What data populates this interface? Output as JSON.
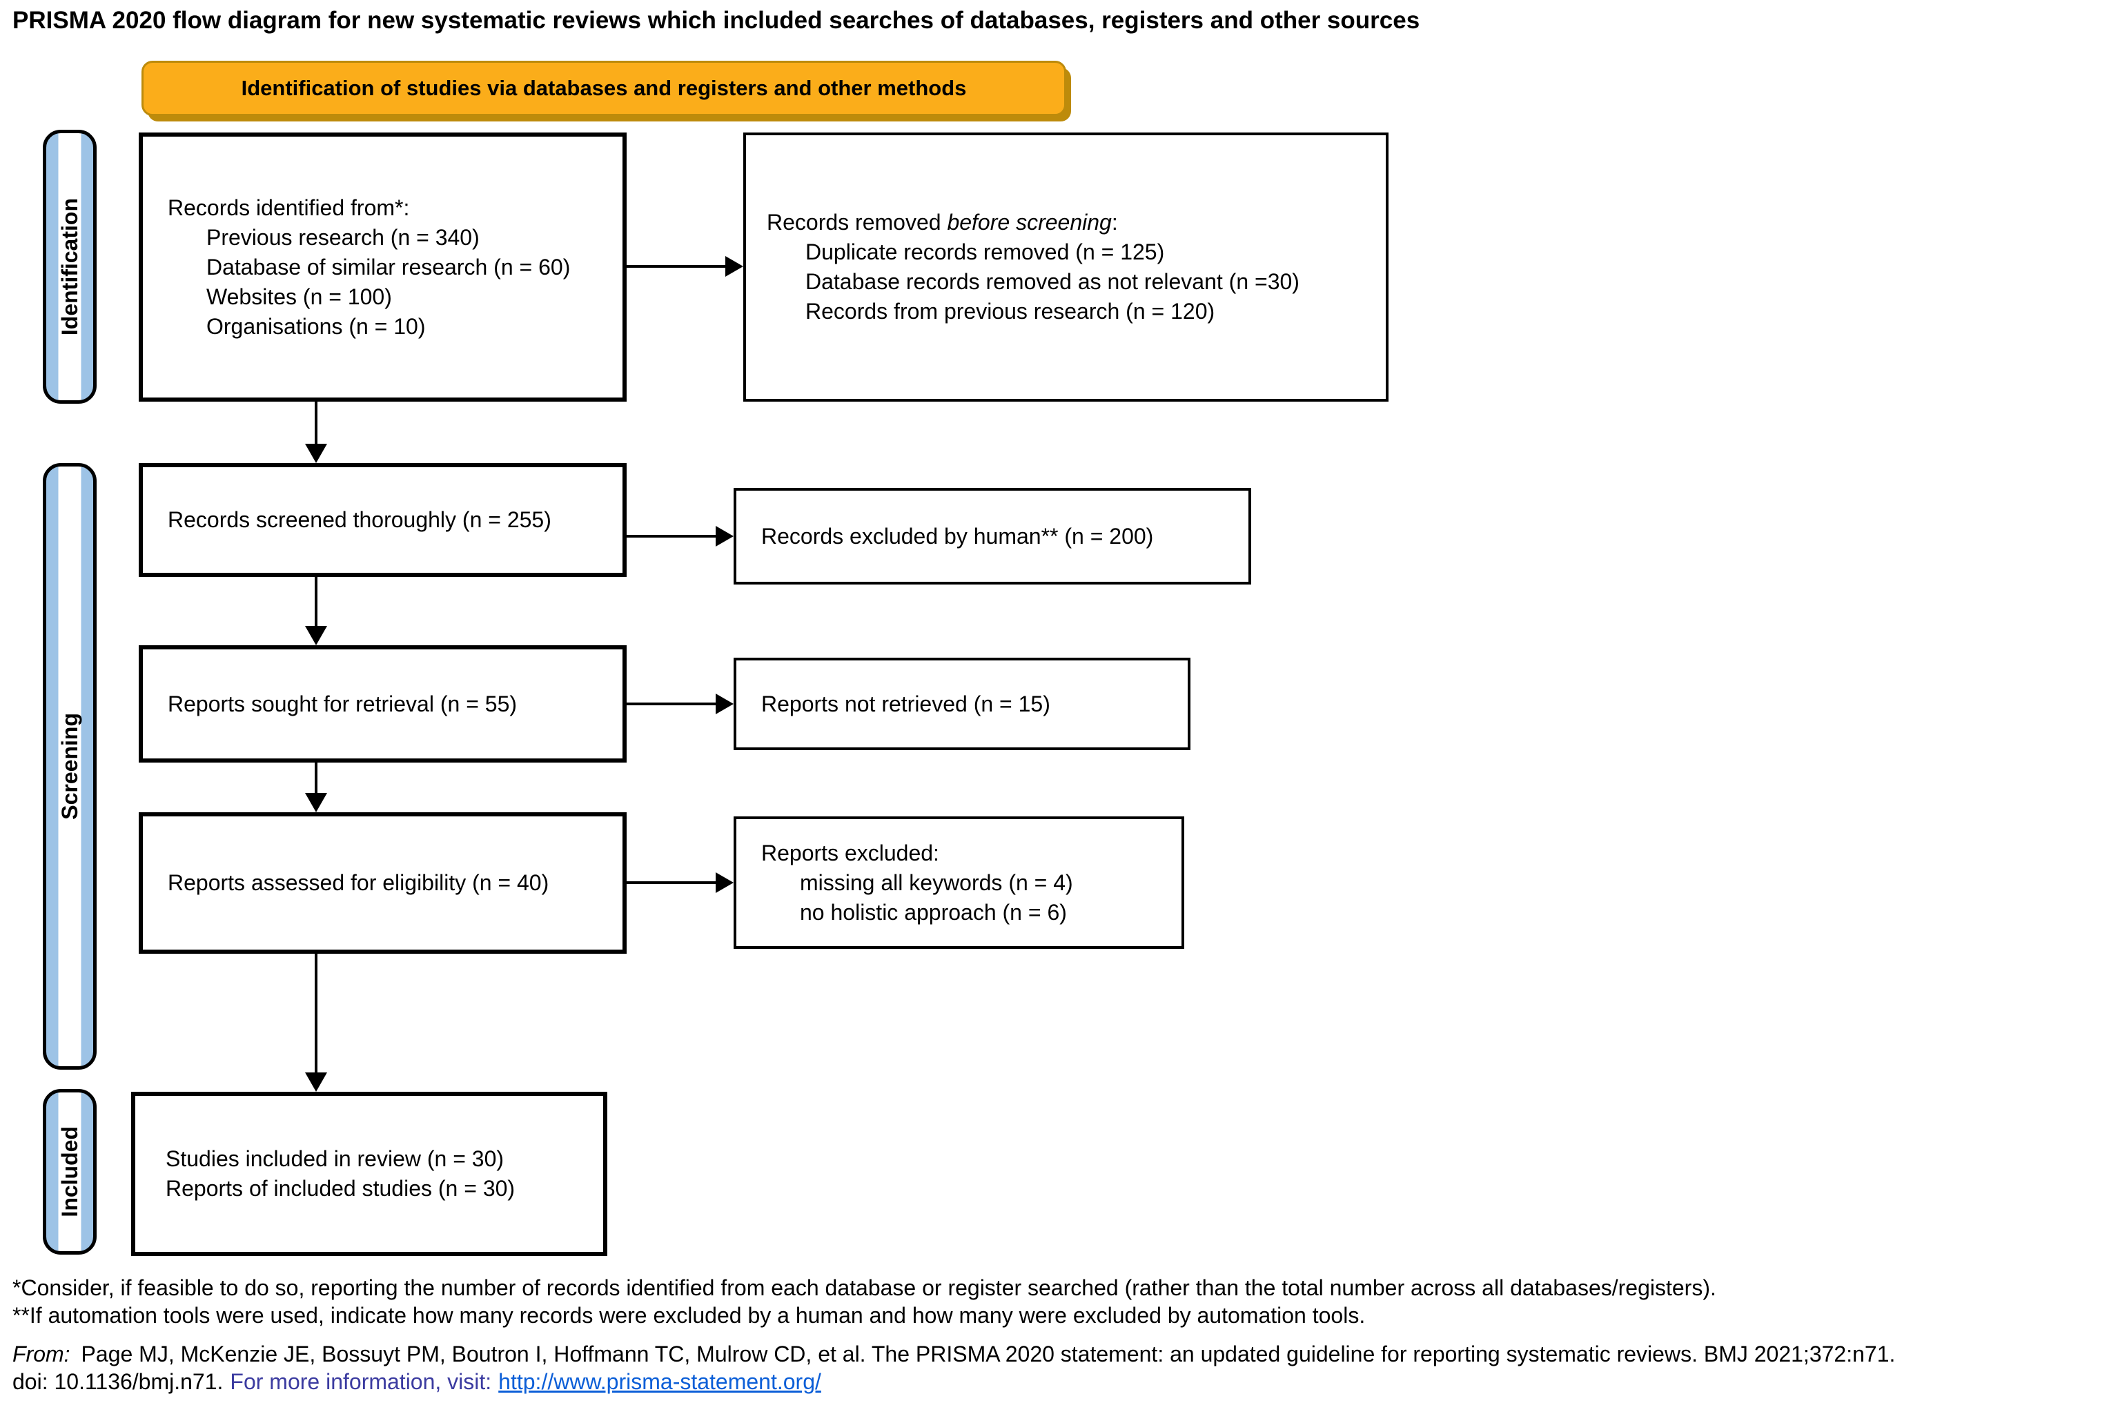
{
  "title": "PRISMA 2020 flow diagram for new systematic reviews which included searches of databases, registers and other sources",
  "banner": {
    "label": "Identification of studies via databases and registers and other methods"
  },
  "stages": [
    {
      "id": "identification",
      "label": "Identification"
    },
    {
      "id": "screening",
      "label": "Screening"
    },
    {
      "id": "included",
      "label": "Included"
    }
  ],
  "boxes": {
    "identified": {
      "title": "Records identified from*:",
      "items": [
        "Previous research (n = 340)",
        "Database of similar research (n = 60)",
        "Websites (n = 100)",
        "Organisations (n = 10)"
      ]
    },
    "removed": {
      "title_prefix": "Records removed ",
      "title_italic": "before screening",
      "title_suffix": ":",
      "items": [
        "Duplicate records removed (n = 125)",
        "Database records removed as not relevant (n =30)",
        "Records from previous research (n = 120)"
      ]
    },
    "screened": {
      "label": "Records screened thoroughly (n = 255)"
    },
    "excluded_by_human": {
      "label": "Records excluded by human** (n = 200)"
    },
    "sought": {
      "label": "Reports sought for retrieval (n = 55)"
    },
    "not_retrieved": {
      "label": "Reports not retrieved (n = 15)"
    },
    "assessed": {
      "label": "Reports assessed for eligibility (n = 40)"
    },
    "reports_excluded": {
      "title": "Reports excluded:",
      "items": [
        "missing all keywords (n = 4)",
        "no holistic approach (n = 6)"
      ]
    },
    "included_studies": {
      "lines": [
        "Studies included in review (n = 30)",
        "Reports of included studies (n = 30)"
      ]
    }
  },
  "footnotes": [
    "*Consider, if feasible to do so, reporting the number of records identified from each database or register searched (rather than the total number across all databases/registers).",
    "**If automation tools were used, indicate how many records were excluded by a human and how many were excluded by automation tools."
  ],
  "citation": {
    "from_label": "From:",
    "reference": "Page MJ, McKenzie JE, Bossuyt PM, Boutron I, Hoffmann TC, Mulrow CD, et al. The PRISMA 2020 statement: an updated guideline for reporting systematic reviews. BMJ 2021;372:n71.",
    "doi_text": "doi: 10.1136/bmj.n71.",
    "visit_text": "For more information, visit:",
    "link_text": "http://www.prisma-statement.org/"
  },
  "colors": {
    "banner_fill": "#FBAD1A",
    "banner_border": "#BD8B0B",
    "stage_blue": "#9DC3E6",
    "visit_text_blue": "#3B3BA0",
    "link_blue": "#0B5ED7"
  }
}
